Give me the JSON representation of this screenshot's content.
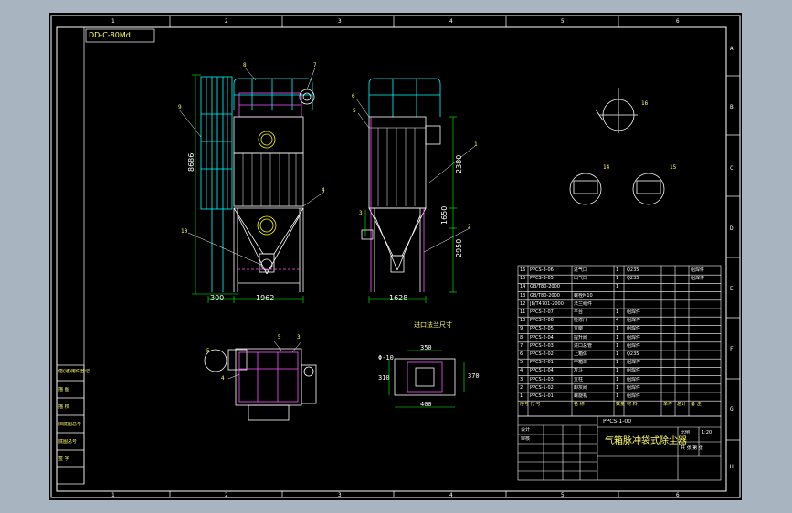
{
  "drawing": {
    "block_label": "DD-C-80Md",
    "title": "气箱脉冲袋式除尘器",
    "drawing_no": "PPCS-1-00",
    "border_cols": [
      "1",
      "2",
      "3",
      "4",
      "5",
      "6"
    ],
    "border_rows": [
      "A",
      "B",
      "C",
      "D",
      "E",
      "F",
      "G",
      "H"
    ],
    "dims": {
      "height": "8686",
      "width_front": "1962",
      "offset": "300",
      "width_side": "1628",
      "upper": "2380",
      "hopper_top": "1650",
      "hopper_bottom": "2950",
      "plan_a": "350",
      "plan_b": "400",
      "plan_c": "370",
      "plan_d": "310",
      "plan_bolt": "Φ-10"
    },
    "callouts": [
      "8",
      "7",
      "6",
      "5",
      "4",
      "3",
      "1",
      "2",
      "10",
      "9",
      "14",
      "15",
      "16",
      "5",
      "3",
      "4",
      "5"
    ],
    "section_title": "进口法兰尺寸",
    "left_stamps": [
      "借(通)用件登记",
      "描 图",
      "描 校",
      "旧底图总号",
      "底图总号",
      "签 字"
    ],
    "parts_rows": [
      [
        "16",
        "PPCS-3-06",
        "进气口",
        "1",
        "Q235",
        "",
        "",
        "组焊件"
      ],
      [
        "15",
        "PPCS-3-05",
        "出气口",
        "1",
        "Q235",
        "",
        "",
        "组焊件"
      ],
      [
        "14",
        "GB/T80-2000",
        "",
        "1",
        "",
        "",
        "",
        ""
      ],
      [
        "13",
        "GB/T80-2000",
        "螺栓M10",
        "",
        "",
        "",
        "",
        ""
      ],
      [
        "12",
        "JB/T4701-2000",
        "法兰组件",
        "",
        "",
        "",
        "",
        ""
      ],
      [
        "11",
        "PPCS-2-07",
        "平台",
        "1",
        "组焊件",
        "",
        "",
        ""
      ],
      [
        "10",
        "PPCS-2-06",
        "检修门",
        "4",
        "组焊件",
        "",
        "",
        ""
      ],
      [
        "9",
        "PPCS-2-05",
        "支腿",
        "1",
        "组焊件",
        "",
        "",
        ""
      ],
      [
        "8",
        "PPCS-2-04",
        "提升阀",
        "1",
        "组焊件",
        "",
        "",
        ""
      ],
      [
        "7",
        "PPCS-2-03",
        "进口总管",
        "1",
        "组焊件",
        "",
        "",
        ""
      ],
      [
        "6",
        "PPCS-2-02",
        "上箱体",
        "1",
        "Q235",
        "",
        "",
        ""
      ],
      [
        "5",
        "PPCS-2-01",
        "中箱体",
        "1",
        "组焊件",
        "",
        "",
        ""
      ],
      [
        "4",
        "PPCS-1-04",
        "灰斗",
        "1",
        "组焊件",
        "",
        "",
        ""
      ],
      [
        "3",
        "PPCS-1-03",
        "支柱",
        "1",
        "组焊件",
        "",
        "",
        ""
      ],
      [
        "2",
        "PPCS-1-02",
        "卸灰阀",
        "1",
        "组焊件",
        "",
        "",
        ""
      ],
      [
        "1",
        "PPCS-1-01",
        "螺旋机",
        "1",
        "组焊件",
        "",
        "",
        ""
      ]
    ],
    "parts_header": [
      "序号",
      "代 号",
      "名 称",
      "数量",
      "材 料",
      "单件",
      "总计",
      "备 注"
    ],
    "title_block": {
      "scale_label": "比例",
      "scale": "1:20",
      "sheet_label": "共 张 第 张",
      "maker": "设计",
      "checker": "审核"
    }
  }
}
